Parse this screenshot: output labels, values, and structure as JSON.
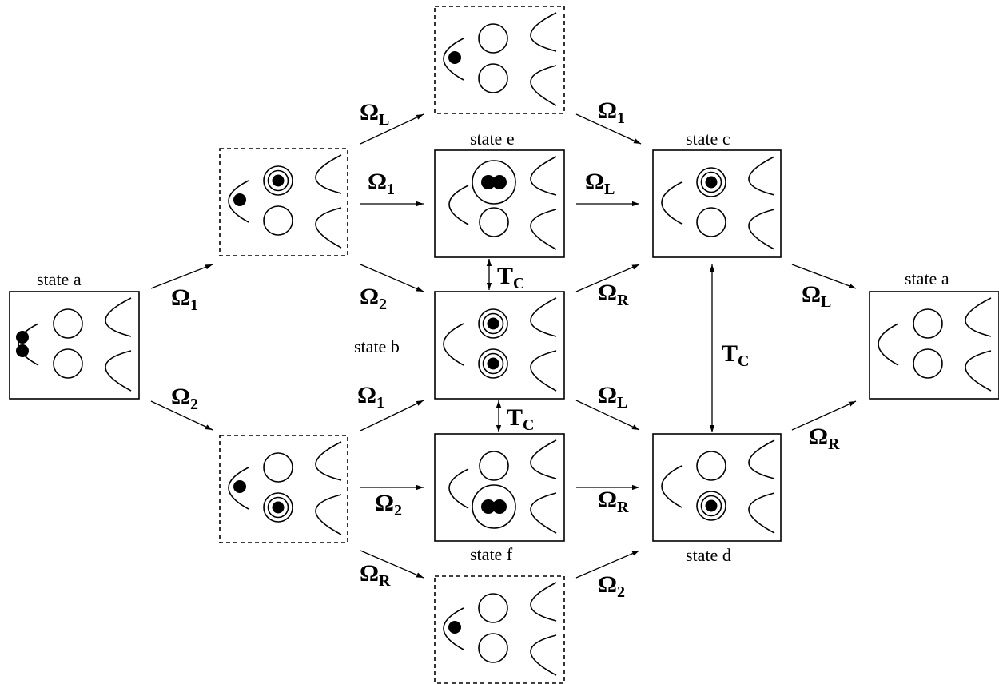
{
  "diagram": {
    "states": {
      "state_a_left": "state a",
      "state_a_right": "state a",
      "state_b": "state b",
      "state_c": "state c",
      "state_d": "state d",
      "state_e": "state e",
      "state_f": "state f"
    },
    "symbols": {
      "omega": "Ω",
      "tunnel": "T",
      "sub_1": "1",
      "sub_2": "2",
      "sub_L": "L",
      "sub_R": "R",
      "sub_C": "C"
    }
  }
}
